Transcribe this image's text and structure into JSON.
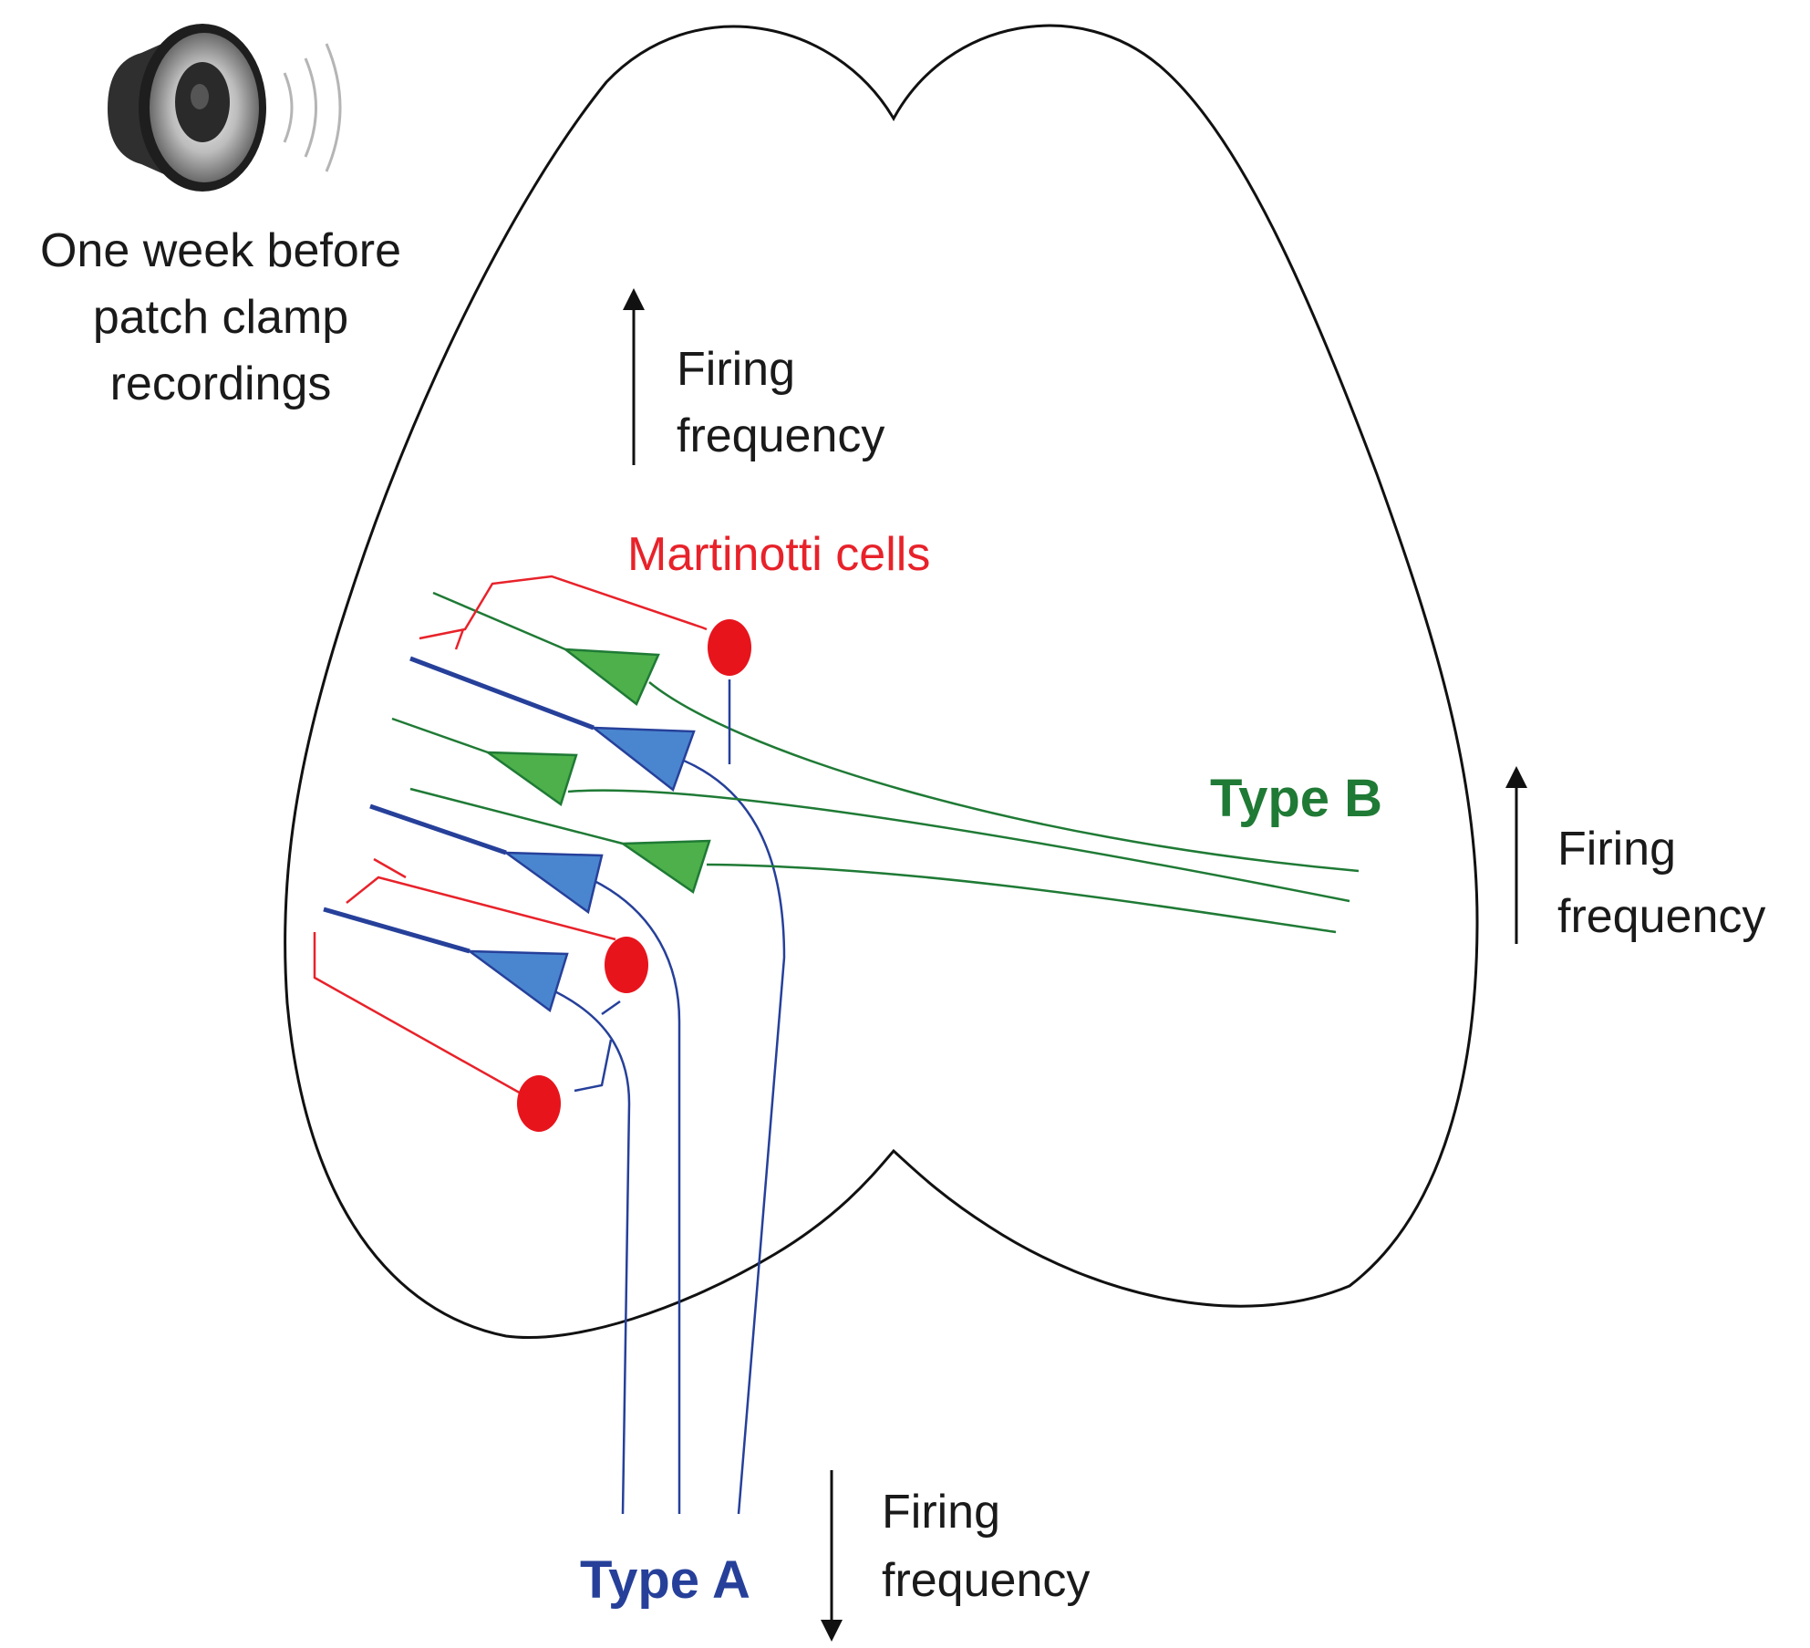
{
  "stimulus": {
    "icon": "speaker-icon",
    "caption_lines": [
      "One week before",
      "patch clamp",
      "recordings"
    ]
  },
  "cell_groups": {
    "martinotti": {
      "label": "Martinotti cells",
      "color": "#e8222a"
    },
    "type_b": {
      "label": "Type B",
      "color": "#1f7a35"
    },
    "type_a": {
      "label": "Type A",
      "color": "#26409a"
    }
  },
  "firing_indicators": {
    "top": {
      "direction": "up",
      "lines": [
        "Firing",
        "frequency"
      ]
    },
    "type_b": {
      "direction": "up",
      "lines": [
        "Firing",
        "frequency"
      ]
    },
    "type_a": {
      "direction": "down",
      "lines": [
        "Firing",
        "frequency"
      ]
    }
  },
  "colors": {
    "outline": "#111111",
    "martinotti_fill": "#e8141c",
    "type_a_fill": "#4a86cf",
    "type_b_fill": "#4db04a",
    "type_a_axon": "#26409a",
    "type_b_axon": "#1f7a35",
    "martinotti_axon": "#e8222a"
  }
}
